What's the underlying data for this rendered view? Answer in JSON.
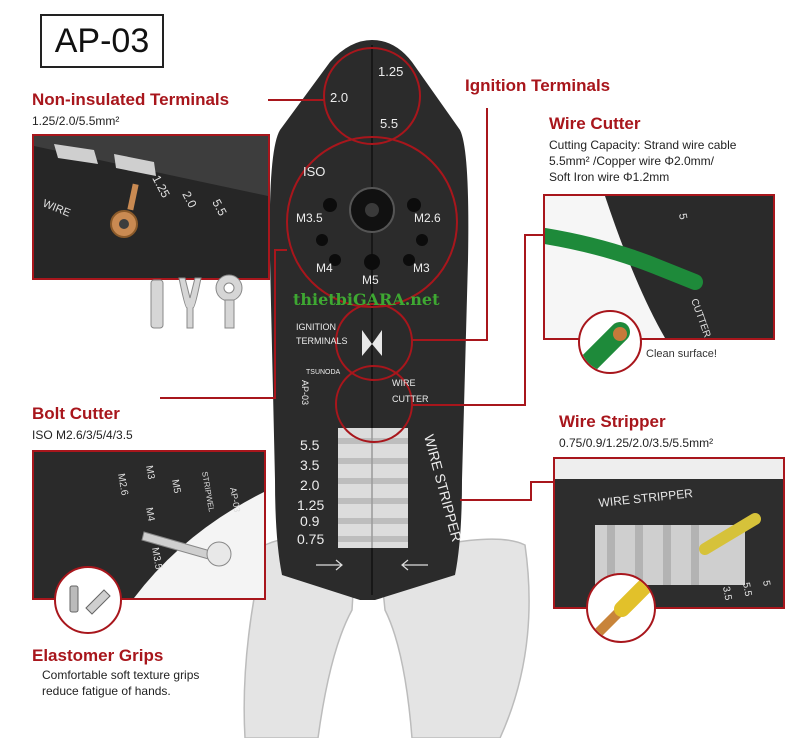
{
  "model": "AP-03",
  "watermark": "thietbiGARA.net",
  "features": {
    "non_insulated": {
      "title": "Non-insulated Terminals",
      "spec": "1.25/2.0/5.5mm²"
    },
    "ignition": {
      "title": "Ignition Terminals"
    },
    "wire_cutter": {
      "title": "Wire Cutter",
      "spec_line1": "Cutting Capacity: Strand wire cable",
      "spec_line2": "5.5mm² /Copper wire Φ2.0mm/",
      "spec_line3": "Soft Iron wire Φ1.2mm",
      "note": "Clean surface!"
    },
    "bolt_cutter": {
      "title": "Bolt Cutter",
      "spec": "ISO M2.6/3/5/4/3.5"
    },
    "wire_stripper": {
      "title": "Wire Stripper",
      "spec": "0.75/0.9/1.25/2.0/3.5/5.5mm²"
    },
    "grips": {
      "title": "Elastomer Grips",
      "line1": "Comfortable soft texture grips",
      "line2": "reduce fatigue of hands."
    }
  },
  "tool_labels": {
    "crimp_sizes": [
      "1.25",
      "2.0",
      "5.5"
    ],
    "iso": "ISO",
    "bolts": [
      "M3.5",
      "M2.6",
      "M4",
      "M3",
      "M5"
    ],
    "ignition_line1": "IGNITION",
    "ignition_line2": "TERMINALS",
    "brand": "TSUNODA",
    "model": "AP-03",
    "cutter_line1": "WIRE",
    "cutter_line2": "CUTTER",
    "strip_sizes": [
      "5.5",
      "3.5",
      "2.0",
      "1.25",
      "0.9",
      "0.75"
    ],
    "stripper": "WIRE STRIPPER"
  },
  "inset_labels": {
    "crimp_sizes": [
      "1.25",
      "2.0",
      "5.5"
    ],
    "wire": "WIRE",
    "bolts": [
      "M2.6",
      "M3",
      "M4",
      "M5",
      "M3.5"
    ],
    "stripwel": "STRIPWEL",
    "model": "AP-03",
    "cutter_digits": "5",
    "cutter_text": "CUTTER",
    "stripper": "WIRE STRIPPER",
    "strip_digits": [
      "3.5",
      "5.5",
      "5"
    ]
  },
  "colors": {
    "accent": "#a8161c",
    "tool": "#2a2a2a",
    "grip": "#e6e6e6",
    "watermark": "#3ea832",
    "wire_green": "#1e8a3a"
  },
  "icons": [
    "terminal-sleeve-icon",
    "spade-terminal-icon",
    "ring-terminal-icon",
    "bolt-icon",
    "wire-end-icon"
  ]
}
